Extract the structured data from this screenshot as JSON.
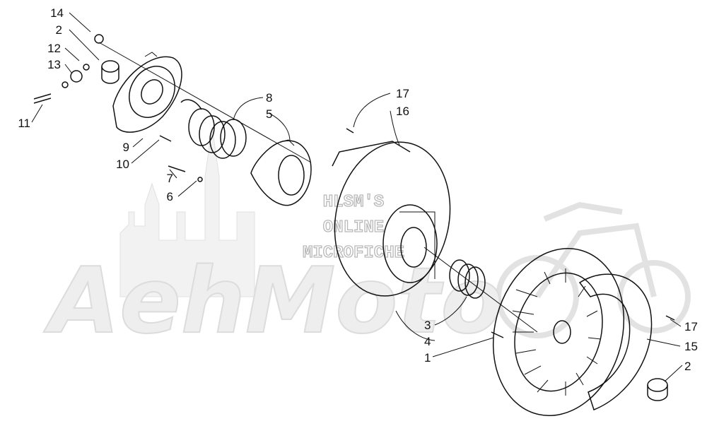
{
  "watermark": {
    "brand": "AehMoto",
    "line1": "HLSM'S",
    "line2": "ONLINE",
    "line3": "MICROFICHE"
  },
  "callouts": [
    {
      "id": "c14",
      "text": "14"
    },
    {
      "id": "c2a",
      "text": "2"
    },
    {
      "id": "c12",
      "text": "12"
    },
    {
      "id": "c13",
      "text": "13"
    },
    {
      "id": "c11",
      "text": "11"
    },
    {
      "id": "c9",
      "text": "9"
    },
    {
      "id": "c10",
      "text": "10"
    },
    {
      "id": "c8",
      "text": "8"
    },
    {
      "id": "c5",
      "text": "5"
    },
    {
      "id": "c7",
      "text": "7"
    },
    {
      "id": "c6",
      "text": "6"
    },
    {
      "id": "c17a",
      "text": "17"
    },
    {
      "id": "c16",
      "text": "16"
    },
    {
      "id": "c3",
      "text": "3"
    },
    {
      "id": "c4",
      "text": "4"
    },
    {
      "id": "c1",
      "text": "1"
    },
    {
      "id": "c17b",
      "text": "17"
    },
    {
      "id": "c15",
      "text": "15"
    },
    {
      "id": "c2b",
      "text": "2"
    }
  ]
}
